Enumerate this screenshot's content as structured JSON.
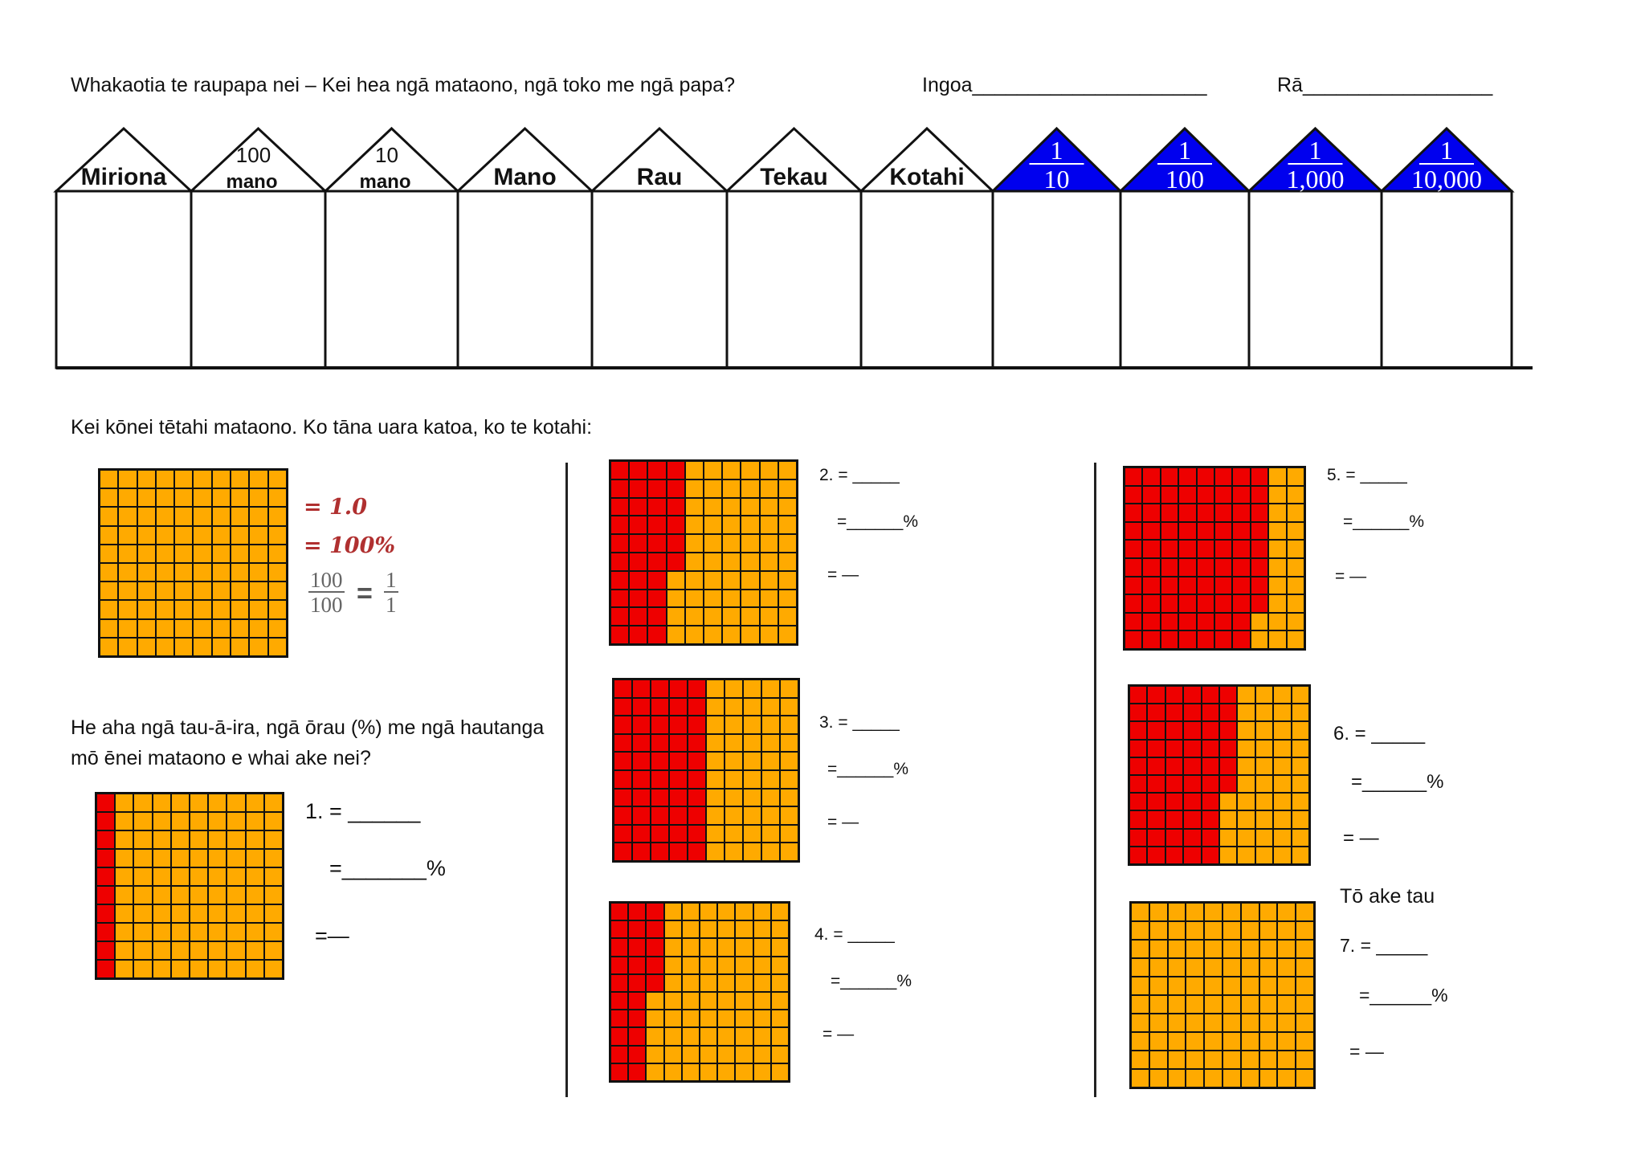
{
  "header": {
    "instruction": "Whakaotia te raupapa nei – Kei hea ngā mataono, ngā toko me ngā papa?",
    "name_label": "Ingoa_____________________",
    "date_label": "Rā_________________"
  },
  "place_value": {
    "columns": [
      {
        "type": "label",
        "line1": "Miriona",
        "line2": ""
      },
      {
        "type": "label",
        "line1": "100",
        "line2": "mano"
      },
      {
        "type": "label",
        "line1": "10",
        "line2": "mano"
      },
      {
        "type": "label",
        "line1": "Mano",
        "line2": ""
      },
      {
        "type": "label",
        "line1": "Rau",
        "line2": ""
      },
      {
        "type": "label",
        "line1": "Tekau",
        "line2": ""
      },
      {
        "type": "label",
        "line1": "Kotahi",
        "line2": ""
      },
      {
        "type": "fraction",
        "line1": "1",
        "line2": "10"
      },
      {
        "type": "fraction",
        "line1": "1",
        "line2": "100"
      },
      {
        "type": "fraction",
        "line1": "1",
        "line2": "1,000"
      },
      {
        "type": "fraction",
        "line1": "1",
        "line2": "10,000"
      }
    ],
    "fraction_roof_color": "#0000ee"
  },
  "intro": {
    "text": "Kei kōnei tētahi mataono. Ko tāna uara katoa, ko te kotahi:",
    "example_decimal": "= 1.0",
    "example_percent": "= 100%",
    "example_frac_num": "100",
    "example_frac_den": "100",
    "example_eq": "=",
    "example_simplified_num": "1",
    "example_simplified_den": "1"
  },
  "question": {
    "line1": "He aha ngā tau-ā-ira, ngā ōrau (%) me ngā hautanga",
    "line2": "mō ēnei mataono e whai ake nei?"
  },
  "colors": {
    "shaded": "#ee0000",
    "unshaded": "#ffaa00",
    "grid_line": "#111111"
  },
  "exercises": [
    {
      "id": "ex1",
      "red_cells": 10,
      "line1": "1. = ______",
      "line2": "=_______%",
      "line3": "=—"
    },
    {
      "id": "ex2",
      "red_cells": 36,
      "line1": "2.  = _____",
      "line2": "=______%",
      "line3": "= —"
    },
    {
      "id": "ex3",
      "red_cells": 50,
      "line1": "3. = _____",
      "line2": "=______%",
      "line3": "= —"
    },
    {
      "id": "ex4",
      "red_cells": 25,
      "line1": "4. = _____",
      "line2": "=______%",
      "line3": "= —"
    },
    {
      "id": "ex5",
      "red_cells": 78,
      "line1": "5. = _____",
      "line2": "=______%",
      "line3": "= —"
    },
    {
      "id": "ex6",
      "red_cells": 56,
      "line1": "6. = _____",
      "line2": "=______%",
      "line3": "= —"
    },
    {
      "id": "ex7",
      "red_cells": 0,
      "line1": "7. = _____",
      "line2": "=______%",
      "line3": "= —"
    }
  ],
  "own_number_label": "Tō ake tau"
}
